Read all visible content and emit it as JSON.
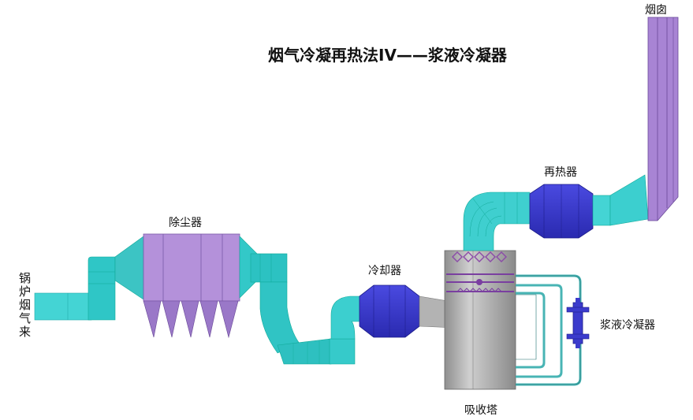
{
  "title": "烟气冷凝再热法IV——浆液冷凝器",
  "labels": {
    "boiler_flue_gas": "锅炉烟气来",
    "dust_collector": "除尘器",
    "cooler": "冷却器",
    "absorption_tower": "吸收塔",
    "reheater": "再热器",
    "chimney": "烟囱",
    "slurry_condenser": "浆液冷凝器"
  },
  "colors": {
    "duct": "#3fcfcf",
    "duct_dark": "#1fb4b4",
    "heat_exchanger": "#3b3bcc",
    "dust_collector": "#b08fd6",
    "chimney": "#a884d4",
    "tower": "#a9a9a9",
    "pipe": "#48b4b4"
  }
}
